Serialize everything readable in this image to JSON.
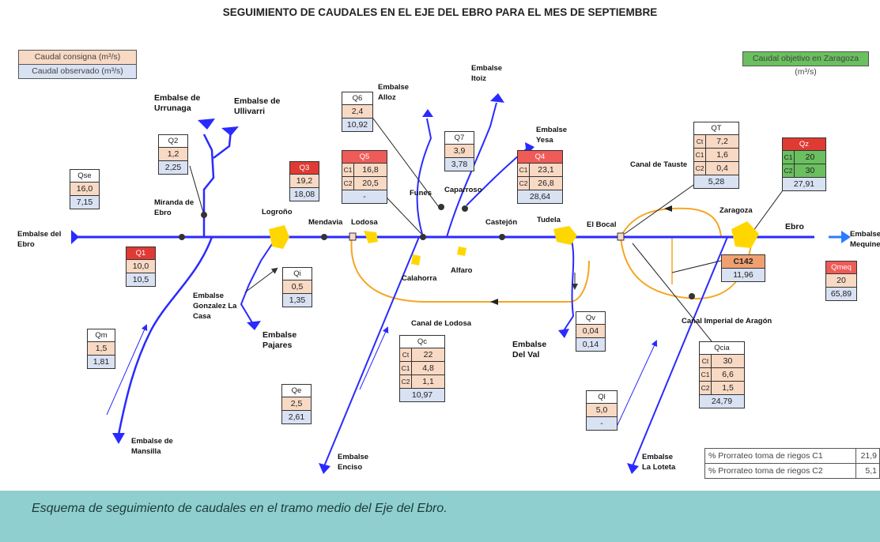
{
  "title": "SEGUIMIENTO DE CAUDALES EN EL EJE DEL EBRO PARA EL MES DE SEPTIEMBRE",
  "legend": {
    "consigna": "Caudal consigna (m³/s)",
    "observado": "Caudal observado (m³/s)",
    "objetivo": "Caudal objetivo en Zaragoza (m³/s)"
  },
  "colors": {
    "river": "#2a2aff",
    "canal": "#f5a623",
    "consigna_fill": "#f8d9c4",
    "observado_fill": "#d9e2f3",
    "alert_fill": "#e03a34",
    "objective_fill": "#6abf5e",
    "city": "#ffd700"
  },
  "places": {
    "embalse_ebro": "Embalse del Ebro",
    "embalse_urrunaga": "Embalse de Urrunaga",
    "embalse_ullivarri": "Embalse de Ullivarri",
    "miranda": "Miranda de Ebro",
    "logrono": "Logroño",
    "mendavia": "Mendavia",
    "lodosa": "Lodosa",
    "embalse_alloz": "Embalse Alloz",
    "embalse_itoiz": "Embalse Itoiz",
    "funes": "Funes",
    "caparroso": "Caparroso",
    "embalse_yesa": "Embalse Yesa",
    "castejon": "Castejón",
    "tudela": "Tudela",
    "el_bocal": "El Bocal",
    "canal_tauste": "Canal de Tauste",
    "zaragoza": "Zaragoza",
    "ebro": "Ebro",
    "embalse_mequinenza": "Embalse Mequinenza",
    "calahorra": "Calahorra",
    "alfaro": "Alfaro",
    "embalse_gonzalez": "Embalse Gonzalez La Casa",
    "embalse_pajares": "Embalse Pajares",
    "embalse_mansilla": "Embalse de Mansilla",
    "canal_lodosa": "Canal de Lodosa",
    "embalse_enciso": "Embalse Enciso",
    "embalse_val": "Embalse Del Val",
    "canal_imperial": "Canal Imperial de Aragón",
    "embalse_loteta": "Embalse La Loteta"
  },
  "boxes": {
    "qse": {
      "h": "Qse",
      "c": "16,0",
      "o": "7,15"
    },
    "q1": {
      "h": "Q1",
      "c": "10,0",
      "o": "10,5"
    },
    "q2": {
      "h": "Q2",
      "c": "1,2",
      "o": "2,25"
    },
    "q3": {
      "h": "Q3",
      "c": "19,2",
      "o": "18,08"
    },
    "qi": {
      "h": "Qi",
      "c": "0,5",
      "o": "1,35"
    },
    "qm": {
      "h": "Qm",
      "c": "1,5",
      "o": "1,81"
    },
    "qe": {
      "h": "Qe",
      "c": "2,5",
      "o": "2,61"
    },
    "q6": {
      "h": "Q6",
      "c": "2,4",
      "o": "10,92"
    },
    "q5": {
      "h": "Q5",
      "c1": "16,8",
      "c2": "20,5",
      "o": "-"
    },
    "q7": {
      "h": "Q7",
      "c": "3,9",
      "o": "3,78"
    },
    "q4": {
      "h": "Q4",
      "c1": "23,1",
      "c2": "26,8",
      "o": "28,64"
    },
    "qc": {
      "h": "Qc",
      "ct": "22",
      "c1": "4,8",
      "c2": "1,1",
      "o": "10,97"
    },
    "qv": {
      "h": "Qv",
      "c": "0,04",
      "o": "0,14"
    },
    "qt": {
      "h": "QT",
      "ct": "7,2",
      "c1": "1,6",
      "c2": "0,4",
      "o": "5,28"
    },
    "qz": {
      "h": "Qz",
      "c1": "20",
      "c2": "30",
      "o": "27,91"
    },
    "c142": {
      "h": "C142",
      "o": "11,96"
    },
    "qmeq": {
      "h": "Qmeq",
      "c": "20",
      "o": "65,89"
    },
    "qcia": {
      "h": "Qcia",
      "ct": "30",
      "c1": "6,6",
      "c2": "1,5",
      "o": "24,79"
    },
    "ql": {
      "h": "Ql",
      "c": "5,0",
      "o": "-"
    }
  },
  "row_keys": {
    "ct": "Ct",
    "c1": "C1",
    "c2": "C2"
  },
  "prorrateo": {
    "c1_label": "% Prorrateo toma de riegos C1",
    "c1_value": "21,9",
    "c2_label": "% Prorrateo toma de riegos C2",
    "c2_value": "5,1"
  },
  "caption": "Esquema de seguimiento de caudales en el tramo medio del Eje del Ebro."
}
